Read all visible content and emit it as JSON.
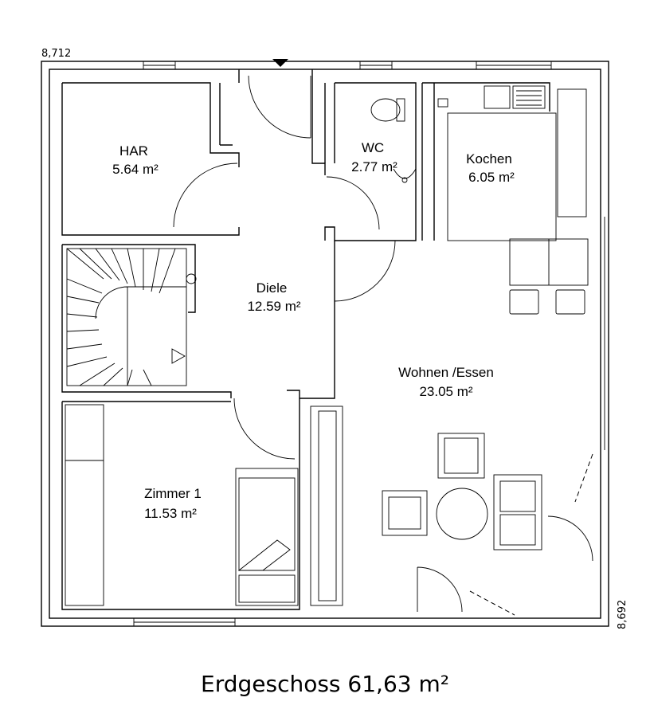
{
  "dimensions": {
    "width_label": "8,712",
    "depth_label": "8,692"
  },
  "rooms": [
    {
      "name": "HAR",
      "area": "5.64 m²"
    },
    {
      "name": "WC",
      "area": "2.77 m²"
    },
    {
      "name": "Kochen",
      "area": "6.05 m²"
    },
    {
      "name": "Diele",
      "area": "12.59 m²"
    },
    {
      "name": "Wohnen /Essen",
      "area": "23.05 m²"
    },
    {
      "name": "Zimmer 1",
      "area": "11.53 m²"
    }
  ],
  "caption": "Erdgeschoss 61,63 m²"
}
